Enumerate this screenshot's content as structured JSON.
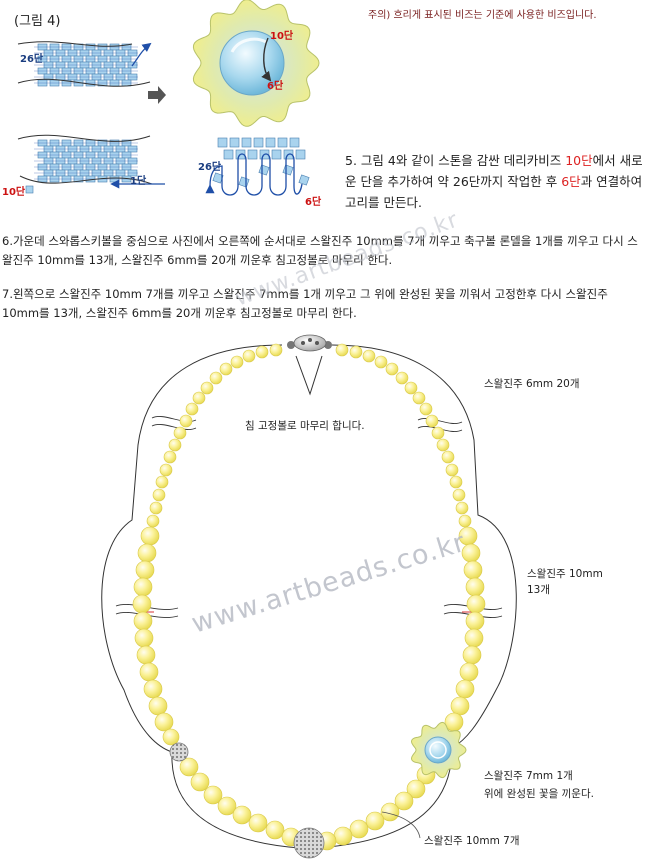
{
  "figure": {
    "label": "(그림 4)",
    "note": "주의) 흐리게 표시된 비즈는 기준에 사용한 비즈입니다.",
    "row_26": "26단",
    "row_10": "10단",
    "row_1": "1단",
    "row_6": "6단",
    "colors": {
      "delica": "#a9d3ee",
      "thread": "#1f4fa8",
      "pearl": "#f7ee6a",
      "flower": "#d8e59a"
    }
  },
  "instructions": {
    "step5_part1": "5. 그림 4와 같이 스톤을 감싼 데리카비즈 ",
    "step5_red1": "10단",
    "step5_part2": "에서 새로운 단을 추가하여 약 26단까지 작업한 후 ",
    "step5_red2": "6단",
    "step5_part3": "과 연결하여 고리를 만든다.",
    "step6": "6.가운데 스와롭스키볼을 중심으로 사진에서 오른쪽에 순서대로 스왈진주 10mm를 7개 끼우고 축구볼 론델을 1개를 끼우고 다시 스왈진주 10mm를 13개, 스왈진주 6mm를 20개 끼운후 침고정볼로 마무리 한다.",
    "step7": "7.왼쪽으로 스왈진주 10mm 7개를 끼우고 스왈진주 7mm를 1개 끼우고 그 위에 완성된 꽃을 끼워서 고정한후 다시 스왈진주 10mm를 13개, 스왈진주 6mm를 20개 끼운후 침고정볼로 마무리 한다."
  },
  "callouts": {
    "clasp": "침 고정볼로 마무리 합니다.",
    "pearl_6mm": "스왈진주 6mm  20개",
    "pearl_10mm_line1": "스왈진주 10mm",
    "pearl_10mm_line2": "13개",
    "pearl_7mm_line1": "스왈진주 7mm  1개",
    "pearl_7mm_line2": "위에 완성된 꽃을 끼운다.",
    "pearl_10mm_7": "스왈진주 10mm  7개"
  },
  "watermarks": {
    "primary": "www.artbeads.co.kr",
    "secondary": "www.artbeads.co.kr"
  }
}
